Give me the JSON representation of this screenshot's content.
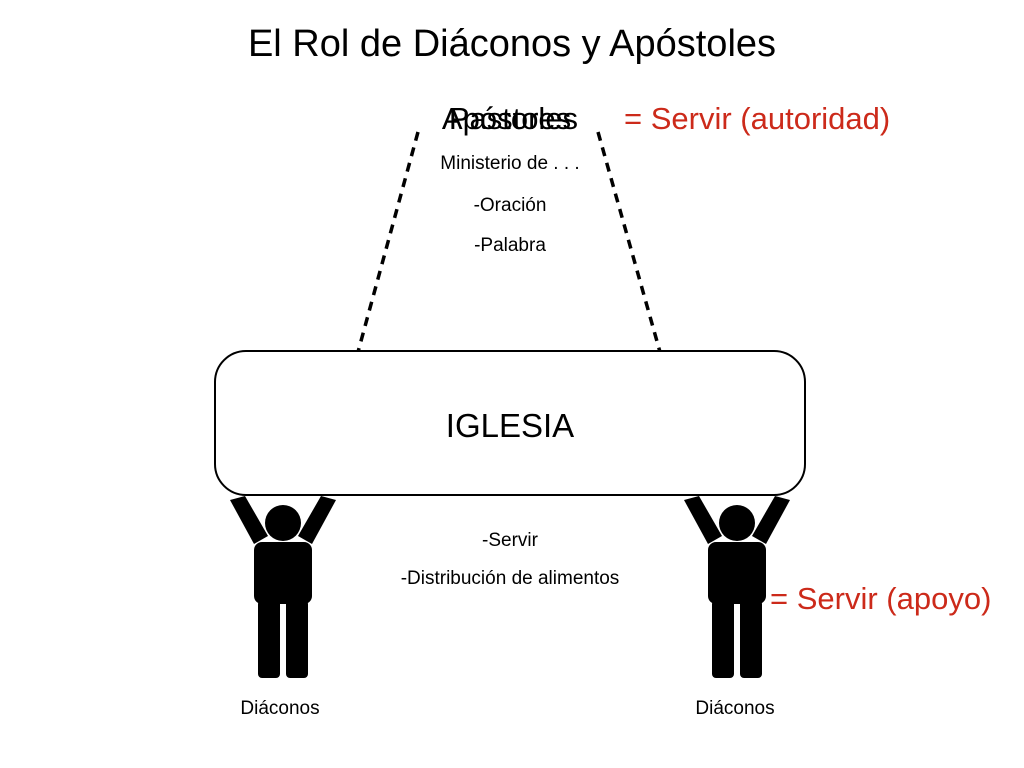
{
  "title": "El Rol de Diáconos y Apóstoles",
  "leaders": {
    "label_a": "Apóstoles",
    "label_b": "Pastores",
    "equation": "= Servir (autoridad)"
  },
  "ministry": {
    "heading": "Ministerio de . . .",
    "items": [
      "-Oración",
      "-Palabra"
    ]
  },
  "church": {
    "label": "IGLESIA"
  },
  "deacons": {
    "items": [
      "-Servir",
      "-Distribución de alimentos"
    ],
    "equation": "= Servir (apoyo)",
    "caption_left": "Diáconos",
    "caption_right": "Diáconos"
  },
  "colors": {
    "accent": "#cc2a1a",
    "ink": "#000000"
  },
  "icons": [
    "person-arms-raised-icon",
    "person-arms-raised-icon"
  ]
}
